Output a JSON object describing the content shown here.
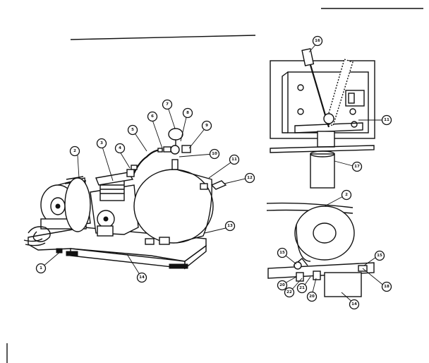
{
  "callouts": {
    "n1": "1",
    "n2": "2",
    "n3": "3",
    "n4": "4",
    "n5": "5",
    "n6": "6",
    "n7": "7",
    "n8": "8",
    "n9": "9",
    "n10": "10",
    "n11": "11",
    "n12": "12",
    "n13": "13",
    "n14": "14",
    "top_inset_16": "16",
    "top_inset_11": "11",
    "top_inset_17": "17",
    "bottom_inset_2": "2",
    "bottom_inset_14": "14",
    "bottom_inset_15a": "15",
    "bottom_inset_15b": "15",
    "bottom_inset_18": "18",
    "bottom_inset_20a": "20",
    "bottom_inset_20b": "20",
    "bottom_inset_21": "21",
    "bottom_inset_22": "22"
  },
  "colors": {
    "ink": "#111111",
    "paper": "#ffffff"
  }
}
